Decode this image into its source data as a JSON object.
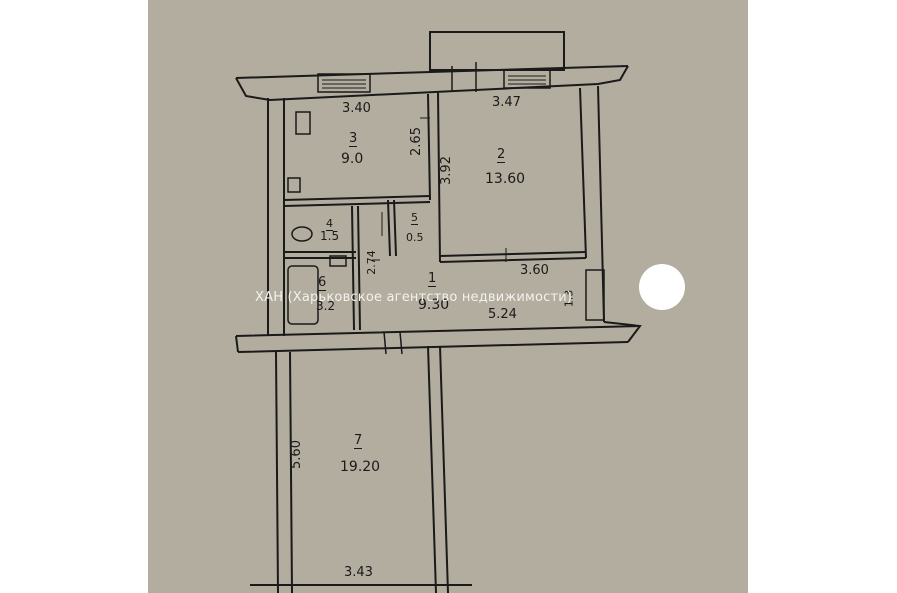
{
  "plan": {
    "rooms": [
      {
        "id": "room-1",
        "number": "1",
        "area": "9.30"
      },
      {
        "id": "room-2",
        "number": "2",
        "area": "13.60"
      },
      {
        "id": "room-3",
        "number": "3",
        "area": "9.0"
      },
      {
        "id": "room-4",
        "number": "4",
        "area": "1.5"
      },
      {
        "id": "room-5",
        "number": "5",
        "area": "0.5"
      },
      {
        "id": "room-6",
        "number": "6",
        "area": "3.2"
      },
      {
        "id": "room-7",
        "number": "7",
        "area": "19.20"
      }
    ],
    "dimensions": {
      "room3_width": "3.40",
      "room2_width": "3.47",
      "room3_depth": "2.65",
      "room2_depth": "3.92",
      "room2_bottom": "3.60",
      "corridor_length": "5.24",
      "corridor_depth": "2.74",
      "room7_depth": "5.60",
      "room7_width": "3.43",
      "stair_mark": "1.3"
    },
    "watermark": "ХАН (Харьковское агентство недвижимости)"
  }
}
